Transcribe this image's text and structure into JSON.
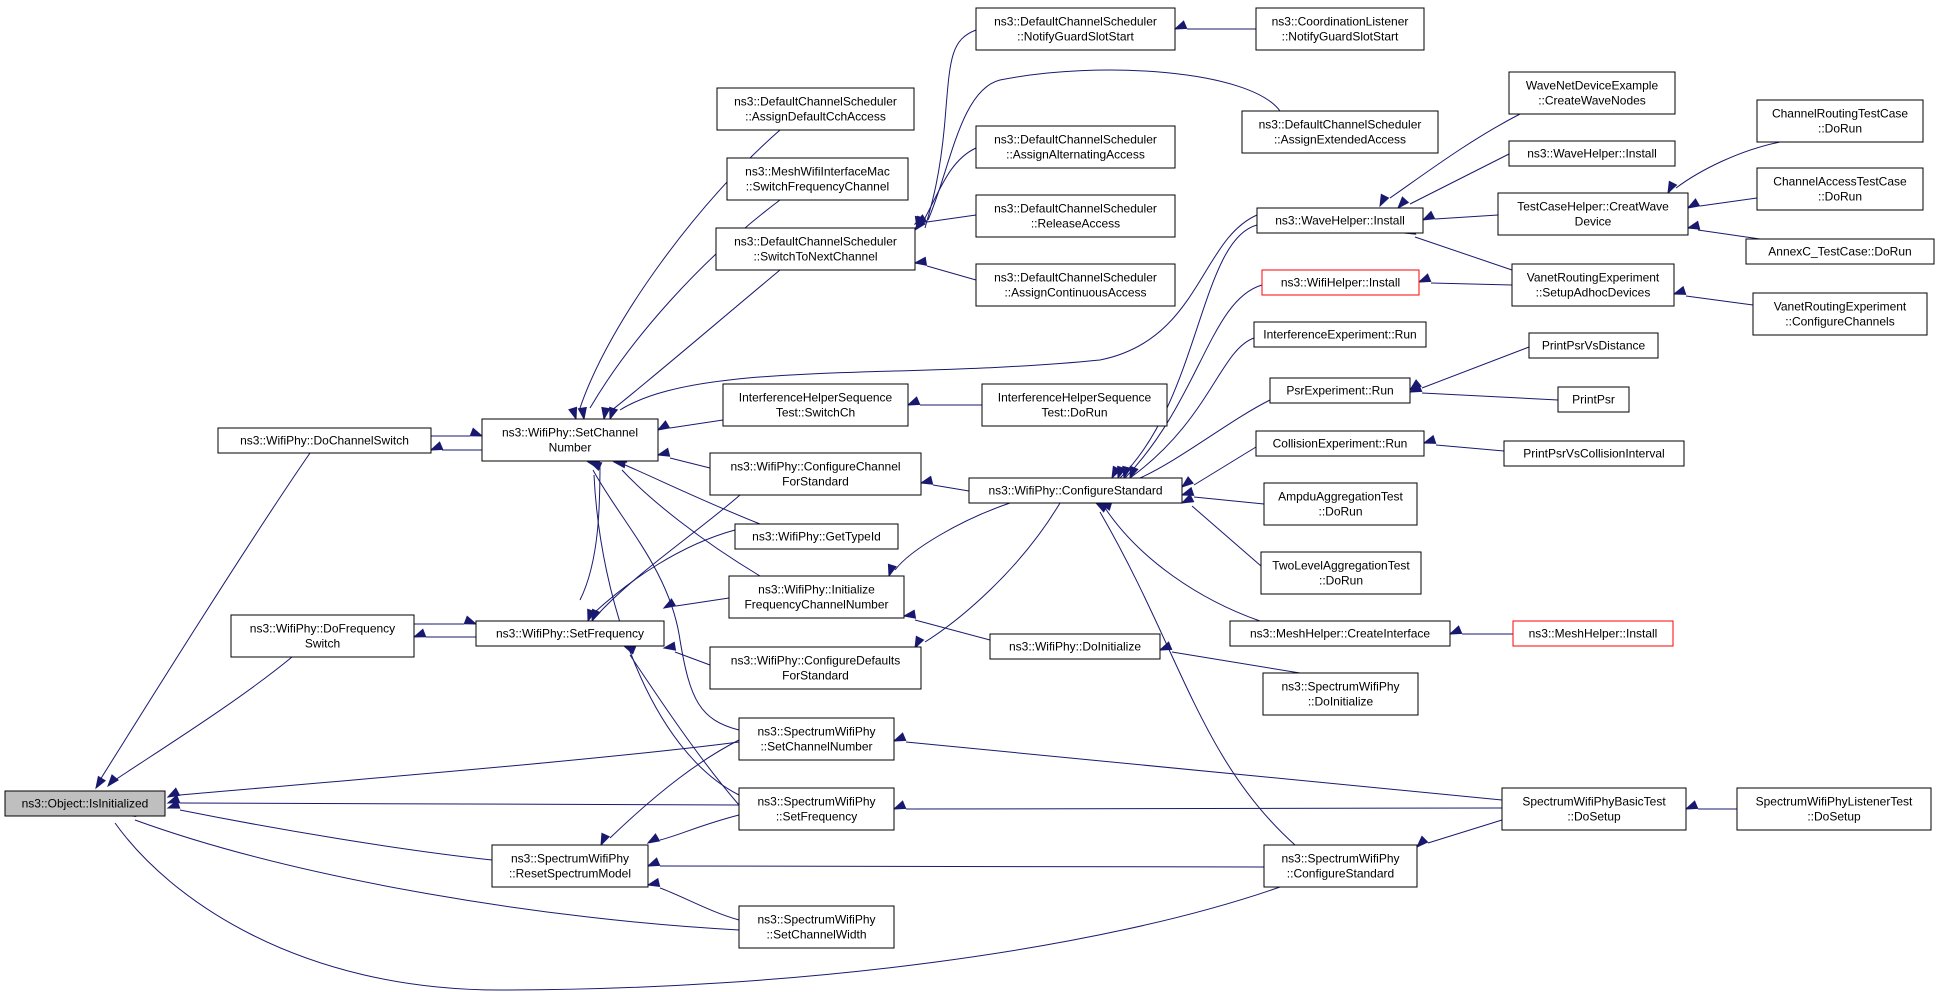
{
  "colors": {
    "edge": "#191970",
    "root_fill": "#bfbfbf",
    "node_fill": "#ffffff",
    "highlight_border": "#ff0000"
  },
  "nodes": [
    {
      "id": "isinit",
      "lines": [
        "ns3::Object::IsInitialized"
      ],
      "root": true
    },
    {
      "id": "dochsw",
      "lines": [
        "ns3::WifiPhy::DoChannelSwitch"
      ]
    },
    {
      "id": "dofreq",
      "lines": [
        "ns3::WifiPhy::DoFrequency",
        "Switch"
      ]
    },
    {
      "id": "setchn",
      "lines": [
        "ns3::WifiPhy::SetChannel",
        "Number"
      ]
    },
    {
      "id": "setfreq",
      "lines": [
        "ns3::WifiPhy::SetFrequency"
      ]
    },
    {
      "id": "spresetsm",
      "lines": [
        "ns3::SpectrumWifiPhy",
        "::ResetSpectrumModel"
      ]
    },
    {
      "id": "dcsassigncch",
      "lines": [
        "ns3::DefaultChannelScheduler",
        "::AssignDefaultCchAccess"
      ]
    },
    {
      "id": "meshswitch",
      "lines": [
        "ns3::MeshWifiInterfaceMac",
        "::SwitchFrequencyChannel"
      ]
    },
    {
      "id": "dcsswitchnext",
      "lines": [
        "ns3::DefaultChannelScheduler",
        "::SwitchToNextChannel"
      ]
    },
    {
      "id": "ihstswitch",
      "lines": [
        "InterferenceHelperSequence",
        "Test::SwitchCh"
      ]
    },
    {
      "id": "cfgchanstd",
      "lines": [
        "ns3::WifiPhy::ConfigureChannel",
        "ForStandard"
      ]
    },
    {
      "id": "gettypeid",
      "lines": [
        "ns3::WifiPhy::GetTypeId"
      ]
    },
    {
      "id": "initfreqch",
      "lines": [
        "ns3::WifiPhy::Initialize",
        "FrequencyChannelNumber"
      ]
    },
    {
      "id": "cfgdefstd",
      "lines": [
        "ns3::WifiPhy::ConfigureDefaults",
        "ForStandard"
      ]
    },
    {
      "id": "spsetchn",
      "lines": [
        "ns3::SpectrumWifiPhy",
        "::SetChannelNumber"
      ]
    },
    {
      "id": "spsetfreq",
      "lines": [
        "ns3::SpectrumWifiPhy",
        "::SetFrequency"
      ]
    },
    {
      "id": "spsetchw",
      "lines": [
        "ns3::SpectrumWifiPhy",
        "::SetChannelWidth"
      ]
    },
    {
      "id": "dcsnotify",
      "lines": [
        "ns3::DefaultChannelScheduler",
        "::NotifyGuardSlotStart"
      ]
    },
    {
      "id": "dcsassignalt",
      "lines": [
        "ns3::DefaultChannelScheduler",
        "::AssignAlternatingAccess"
      ]
    },
    {
      "id": "dcsrelease",
      "lines": [
        "ns3::DefaultChannelScheduler",
        "::ReleaseAccess"
      ]
    },
    {
      "id": "dcsassigncont",
      "lines": [
        "ns3::DefaultChannelScheduler",
        "::AssignContinuousAccess"
      ]
    },
    {
      "id": "ihstdorun",
      "lines": [
        "InterferenceHelperSequence",
        "Test::DoRun"
      ]
    },
    {
      "id": "cfgstd",
      "lines": [
        "ns3::WifiPhy::ConfigureStandard"
      ]
    },
    {
      "id": "doinit",
      "lines": [
        "ns3::WifiPhy::DoInitialize"
      ]
    },
    {
      "id": "coordnotify",
      "lines": [
        "ns3::CoordinationListener",
        "::NotifyGuardSlotStart"
      ]
    },
    {
      "id": "dcsassignext",
      "lines": [
        "ns3::DefaultChannelScheduler",
        "::AssignExtendedAccess"
      ]
    },
    {
      "id": "wavehelper",
      "lines": [
        "ns3::WaveHelper::Install"
      ]
    },
    {
      "id": "wifihelper",
      "lines": [
        "ns3::WifiHelper::Install"
      ],
      "highlight": true
    },
    {
      "id": "interfexp",
      "lines": [
        "InterferenceExperiment::Run"
      ]
    },
    {
      "id": "psrexp",
      "lines": [
        "PsrExperiment::Run"
      ]
    },
    {
      "id": "collexp",
      "lines": [
        "CollisionExperiment::Run"
      ]
    },
    {
      "id": "ampdu",
      "lines": [
        "AmpduAggregationTest",
        "::DoRun"
      ]
    },
    {
      "id": "twolevel",
      "lines": [
        "TwoLevelAggregationTest",
        "::DoRun"
      ]
    },
    {
      "id": "meshcreate",
      "lines": [
        "ns3::MeshHelper::CreateInterface"
      ]
    },
    {
      "id": "spdoinit",
      "lines": [
        "ns3::SpectrumWifiPhy",
        "::DoInitialize"
      ]
    },
    {
      "id": "spcfgstd",
      "lines": [
        "ns3::SpectrumWifiPhy",
        "::ConfigureStandard"
      ]
    },
    {
      "id": "wavenetdev",
      "lines": [
        "WaveNetDeviceExample",
        "::CreateWaveNodes"
      ]
    },
    {
      "id": "wavehelper2",
      "lines": [
        "ns3::WaveHelper::Install"
      ]
    },
    {
      "id": "tchelper",
      "lines": [
        "TestCaseHelper::CreatWave",
        "Device"
      ]
    },
    {
      "id": "vanetsetup",
      "lines": [
        "VanetRoutingExperiment",
        "::SetupAdhocDevices"
      ]
    },
    {
      "id": "printpsrdist",
      "lines": [
        "PrintPsrVsDistance"
      ]
    },
    {
      "id": "printpsr",
      "lines": [
        "PrintPsr"
      ]
    },
    {
      "id": "printpsrcoll",
      "lines": [
        "PrintPsrVsCollisionInterval"
      ]
    },
    {
      "id": "meshinstall",
      "lines": [
        "ns3::MeshHelper::Install"
      ],
      "highlight": true
    },
    {
      "id": "spbasic",
      "lines": [
        "SpectrumWifiPhyBasicTest",
        "::DoSetup"
      ]
    },
    {
      "id": "chrouting",
      "lines": [
        "ChannelRoutingTestCase",
        "::DoRun"
      ]
    },
    {
      "id": "chaccess",
      "lines": [
        "ChannelAccessTestCase",
        "::DoRun"
      ]
    },
    {
      "id": "annexc",
      "lines": [
        "AnnexC_TestCase::DoRun"
      ]
    },
    {
      "id": "vanetcfg",
      "lines": [
        "VanetRoutingExperiment",
        "::ConfigureChannels"
      ]
    },
    {
      "id": "splistener",
      "lines": [
        "SpectrumWifiPhyListenerTest",
        "::DoSetup"
      ]
    }
  ]
}
